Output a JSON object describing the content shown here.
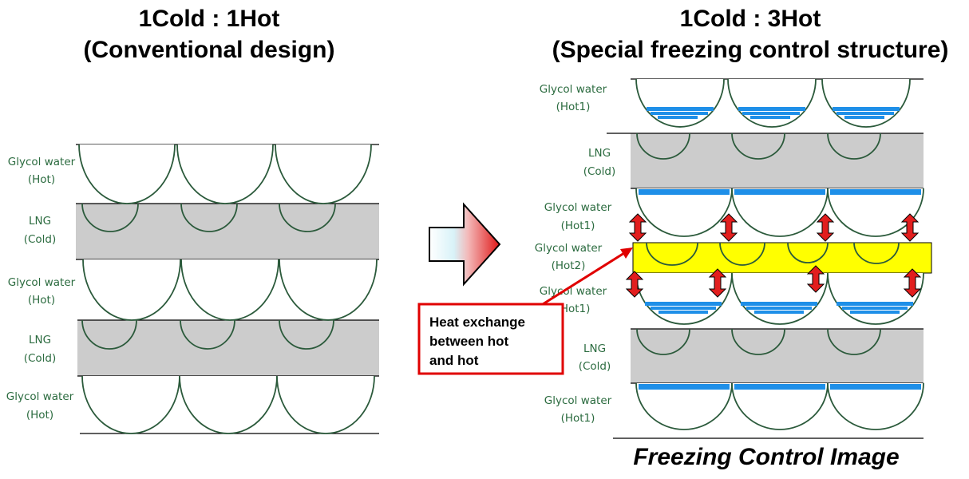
{
  "left_panel": {
    "title_line1": "1Cold : 1Hot",
    "title_line2": "(Conventional design)",
    "layers": [
      {
        "name": "Glycol water",
        "sub": "(Hot)"
      },
      {
        "name": "LNG",
        "sub": "(Cold)"
      },
      {
        "name": "Glycol water",
        "sub": "(Hot)"
      },
      {
        "name": "LNG",
        "sub": "(Cold)"
      },
      {
        "name": "Glycol water",
        "sub": "(Hot)"
      }
    ]
  },
  "right_panel": {
    "title_line1": "1Cold : 3Hot",
    "title_line2": "(Special freezing control structure)",
    "layers": [
      {
        "name": "Glycol water",
        "sub": "(Hot1)"
      },
      {
        "name": "LNG",
        "sub": "(Cold)"
      },
      {
        "name": "Glycol water",
        "sub": "(Hot1)"
      },
      {
        "name": "Glycol water",
        "sub": "(Hot2)"
      },
      {
        "name": "Glycol water",
        "sub": "(Hot1)"
      },
      {
        "name": "LNG",
        "sub": "(Cold)"
      },
      {
        "name": "Glycol water",
        "sub": "(Hot1)"
      }
    ],
    "callout": {
      "line1": "Heat exchange",
      "line2": "between hot",
      "line3": "and hot"
    },
    "caption": "Freezing Control Image"
  },
  "colors": {
    "lng_plate": "#cccccc",
    "hot2_plate": "#ffff00",
    "ice": "#1e8fe8",
    "channel_stroke": "#2b5a3b",
    "label_text": "#2b6b3f",
    "heat_arrow": "#e21e1e",
    "callout_border": "#e00000"
  },
  "icons": {
    "transition_arrow": "gradient-right-arrow-icon",
    "heat_transfer": "double-headed-vertical-arrow-icon"
  }
}
